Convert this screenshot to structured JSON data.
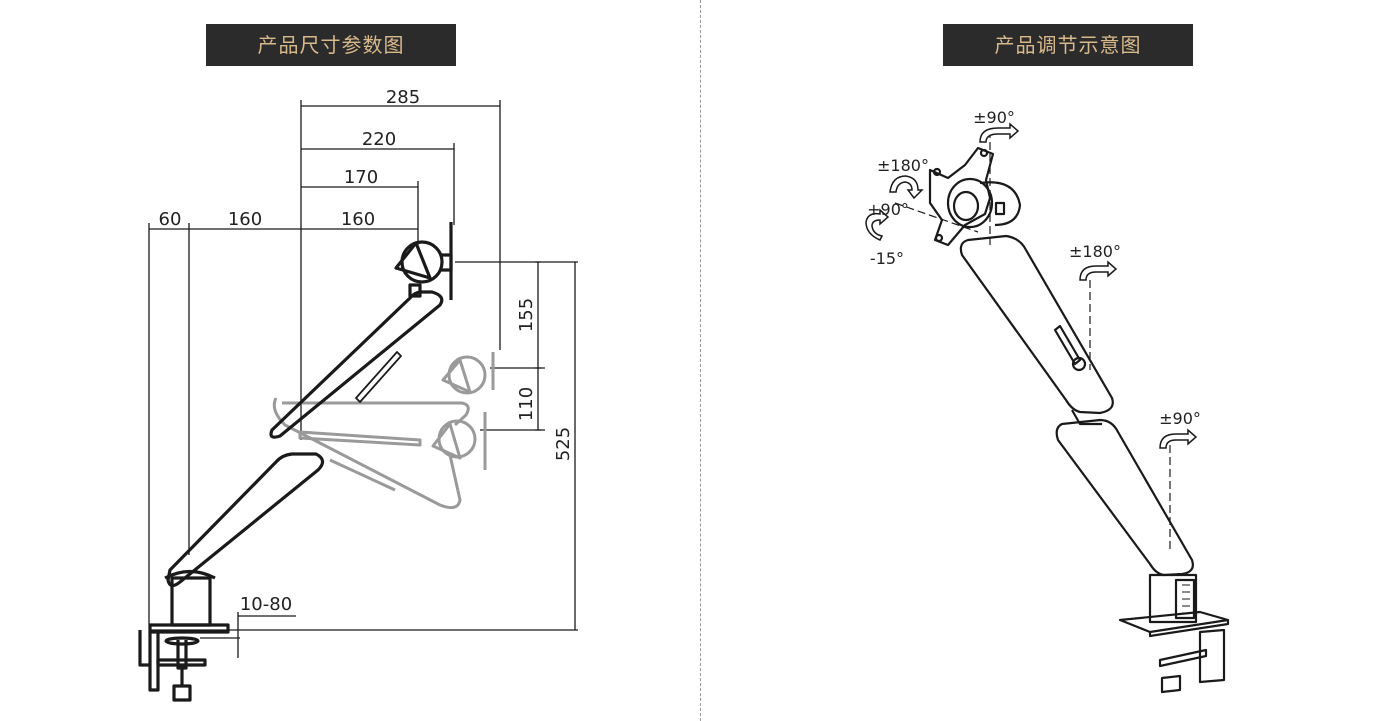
{
  "left_panel": {
    "title": "产品尺寸参数图",
    "dimensions": {
      "d285": "285",
      "d220": "220",
      "d170": "170",
      "d60": "60",
      "d160a": "160",
      "d160b": "160",
      "d155": "155",
      "d110": "110",
      "d525": "525",
      "d1080": "10-80"
    }
  },
  "right_panel": {
    "title": "产品调节示意图",
    "angles": {
      "top_swivel": "±90°",
      "rotate": "±180°",
      "tilt_up": "+90°",
      "tilt_down": "-15°",
      "forearm_swivel": "±180°",
      "base_swivel": "±90°"
    }
  },
  "colors": {
    "title_bg": "#2b2b2b",
    "title_text": "#d8b98c",
    "line": "#1a1a1a",
    "ghost": "#9a9a9a"
  }
}
